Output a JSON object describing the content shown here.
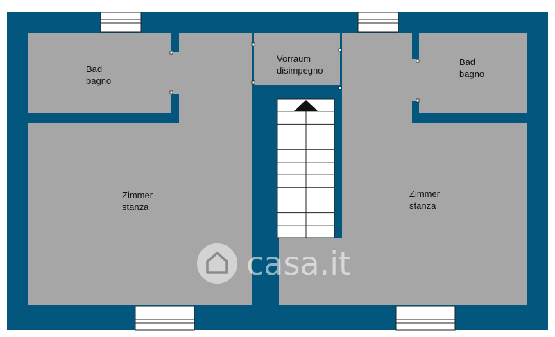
{
  "colors": {
    "wall": "#03577f",
    "floor": "#a6a6a6",
    "window": "#ffffff",
    "stairs": "#ffffff",
    "text": "#111111"
  },
  "rooms": {
    "bath_left": {
      "line1": "Bad",
      "line2": "bagno"
    },
    "bedroom_left": {
      "line1": "Zimmer",
      "line2": "stanza"
    },
    "hall": {
      "line1": "Vorraum",
      "line2": "disimpegno"
    },
    "bath_right": {
      "line1": "Bad",
      "line2": "bagno"
    },
    "bedroom_right": {
      "line1": "Zimmer",
      "line2": "stanza"
    }
  },
  "watermark": {
    "text": "casa.it",
    "icon": "house-icon"
  }
}
